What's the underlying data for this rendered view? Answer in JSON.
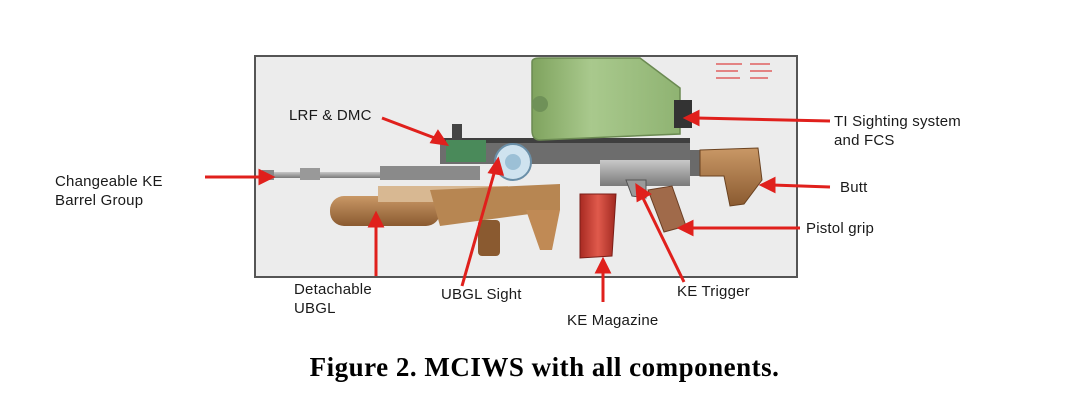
{
  "figure": {
    "caption": "Figure 2. MCIWS with all components.",
    "labels": {
      "lrf_dmc": "LRF & DMC",
      "ti_sighting": [
        "TI Sighting system",
        "and FCS"
      ],
      "barrel": [
        "Changeable KE",
        "Barrel Group"
      ],
      "butt": "Butt",
      "pistol_grip": "Pistol grip",
      "ubgl": [
        "Detachable",
        "UBGL"
      ],
      "ubgl_sight": "UBGL Sight",
      "ke_magazine": "KE Magazine",
      "ke_trigger": "KE Trigger"
    },
    "colors": {
      "arrow": "#e0201c",
      "sight_green": "#9fbf80",
      "wood": "#b27a48",
      "magazine": "#cc3a30",
      "frame": "#555555"
    }
  }
}
